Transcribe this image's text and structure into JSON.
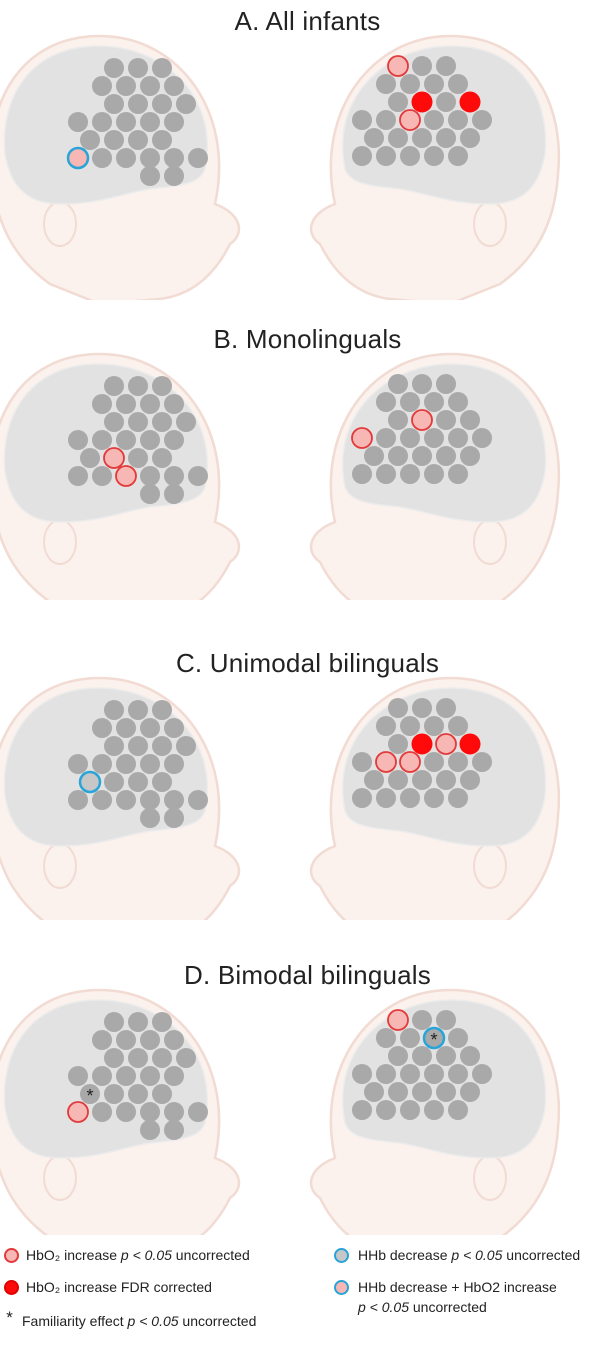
{
  "panels": [
    {
      "title": "A. All infants",
      "left": [
        {
          "ch": 20,
          "mark": "both"
        }
      ],
      "right": [
        {
          "ch": 0,
          "mark": "unc"
        },
        {
          "ch": 8,
          "mark": "fdr"
        },
        {
          "ch": 10,
          "mark": "fdr"
        },
        {
          "ch": 13,
          "mark": "unc"
        }
      ]
    },
    {
      "title": "B. Monolinguals",
      "left": [
        {
          "ch": 17,
          "mark": "unc"
        },
        {
          "ch": 22,
          "mark": "unc"
        }
      ],
      "right": [
        {
          "ch": 8,
          "mark": "unc"
        },
        {
          "ch": 11,
          "mark": "unc"
        }
      ]
    },
    {
      "title": "C. Unimodal bilinguals",
      "left": [
        {
          "ch": 16,
          "mark": "hhb"
        }
      ],
      "right": [
        {
          "ch": 8,
          "mark": "fdr"
        },
        {
          "ch": 9,
          "mark": "unc"
        },
        {
          "ch": 10,
          "mark": "fdr"
        },
        {
          "ch": 13,
          "mark": "unc"
        },
        {
          "ch": 12,
          "mark": "unc"
        }
      ]
    },
    {
      "title": "D. Bimodal bilinguals",
      "left": [
        {
          "ch": 16,
          "mark": "star"
        },
        {
          "ch": 20,
          "mark": "unc"
        }
      ],
      "right": [
        {
          "ch": 0,
          "mark": "unc"
        },
        {
          "ch": 5,
          "mark": "hhb-star"
        }
      ]
    }
  ],
  "legend": {
    "unc": {
      "pre": "HbO₂ increase ",
      "p": "p < 0.05",
      "post": " uncorrected"
    },
    "fdr": {
      "text": "HbO₂ increase FDR corrected"
    },
    "star": {
      "symbol": "*",
      "pre": "Familiarity effect ",
      "p": "p < 0.05",
      "post": " uncorrected"
    },
    "hhb": {
      "pre": "HHb decrease ",
      "p": "p < 0.05",
      "post": " uncorrected"
    },
    "both": {
      "line1": "HHb decrease + HbO2 increase",
      "p": "p < 0.05",
      "post": " uncorrected"
    }
  },
  "colors": {
    "channel": "#a9a9a9",
    "unc_fill": "#f7b7b4",
    "unc_ring": "#e23a3a",
    "fdr": "#ff0a0a",
    "hhb_ring": "#29a4d9",
    "head": "#f1dbd3",
    "brain": "#e2e2e2"
  }
}
